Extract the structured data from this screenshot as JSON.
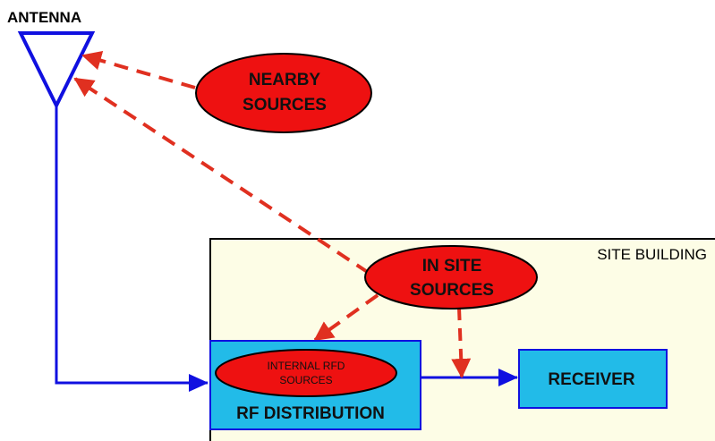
{
  "antenna": {
    "label": "ANTENNA"
  },
  "site_building": {
    "label": "SITE BUILDING"
  },
  "nearby_sources": {
    "line1": "NEARBY",
    "line2": "SOURCES"
  },
  "in_site_sources": {
    "line1": "IN SITE",
    "line2": "SOURCES"
  },
  "rf_distribution": {
    "label": "RF DISTRIBUTION",
    "internal_line1": "INTERNAL RFD",
    "internal_line2": "SOURCES"
  },
  "receiver": {
    "label": "RECEIVER"
  },
  "colors": {
    "signal_path": "#1010e0",
    "interference": "#e03020",
    "source_fill": "#ee1111",
    "building_fill": "#fdfde6",
    "block_fill": "#22bbe8",
    "text": "#000000"
  }
}
